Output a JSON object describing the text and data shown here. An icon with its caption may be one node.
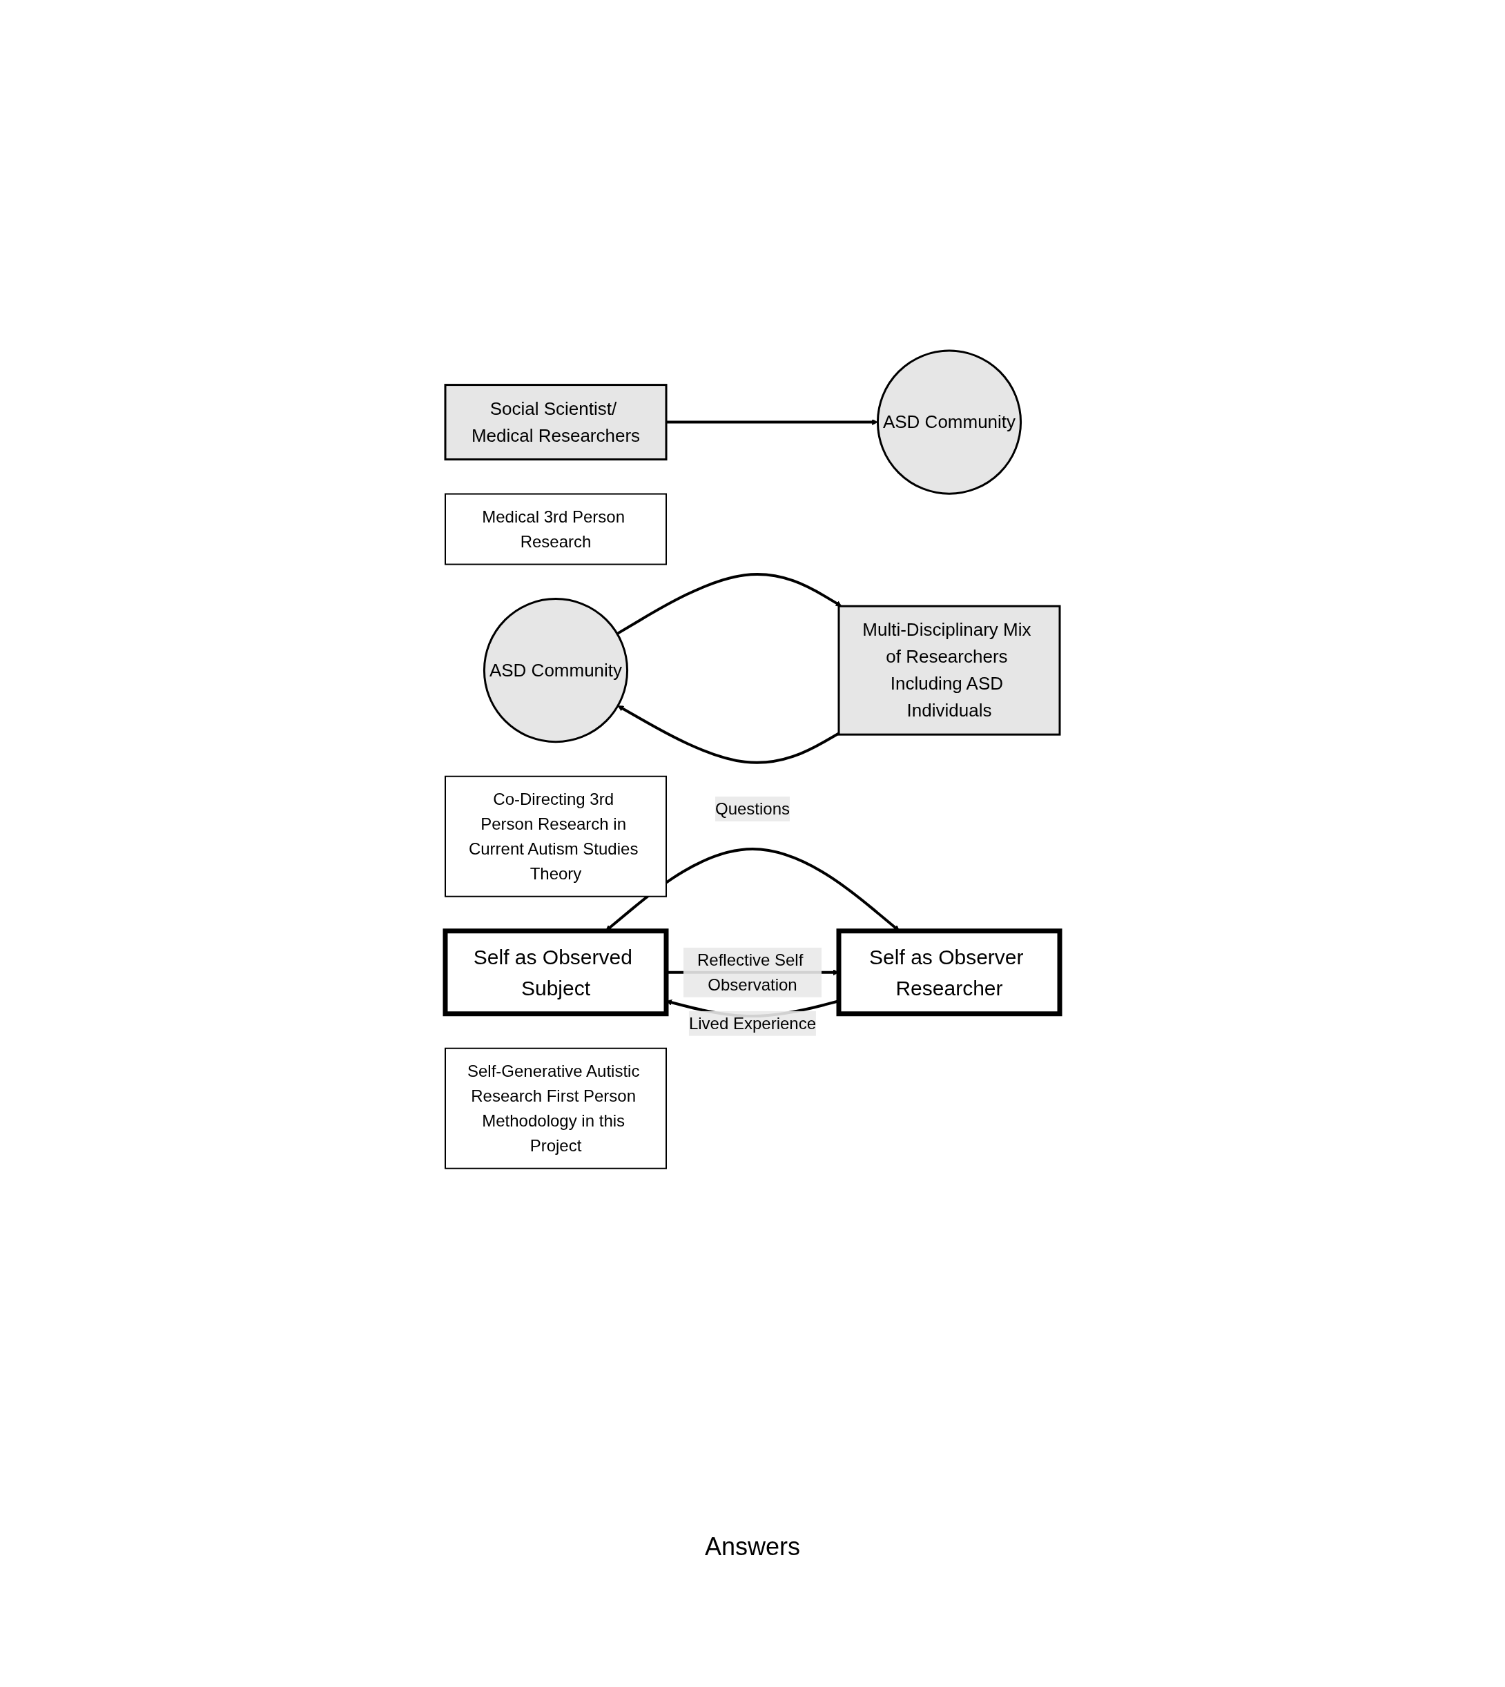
{
  "diagram": {
    "nodes": [
      {
        "text": [
          "ASD Community"
        ]
      },
      {
        "text": [
          "Social Scientist/ Medical Researchers"
        ]
      },
      {
        "text": [
          "Medical 3rd Person Research"
        ]
      },
      {
        "text": [
          "ASD Community"
        ]
      },
      {
        "text": [
          "Multi-Disciplinary Mix of Researchers Including ASD Individuals"
        ]
      },
      {
        "text": [
          "Co-Directing 3rd Person Research in Current Autism Studies Theory"
        ]
      },
      {
        "text": [
          "Self as Observed Subject"
        ]
      },
      {
        "text": [
          "Self as Observer Researcher"
        ]
      },
      {
        "text": [
          "Self-Generative Autistic Research First Person Methodology in this Project"
        ]
      }
    ],
    "edges": [
      {
        "from": 1,
        "to": 0,
        "arrow": "to"
      },
      {
        "from": 3,
        "to": 4,
        "arrow": "to"
      },
      {
        "from": 4,
        "to": 3,
        "arrow": "to"
      },
      {
        "from": 7,
        "to": 6,
        "label": "Lived Experience",
        "arrow": "to"
      },
      {
        "from": 6,
        "to": 7,
        "label": "Questions",
        "arrow": "both"
      },
      {
        "from": 6,
        "to": 7,
        "label": "Reflective Self Observation",
        "arrow": "to"
      }
    ],
    "labels": [
      "Answers"
    ]
  }
}
